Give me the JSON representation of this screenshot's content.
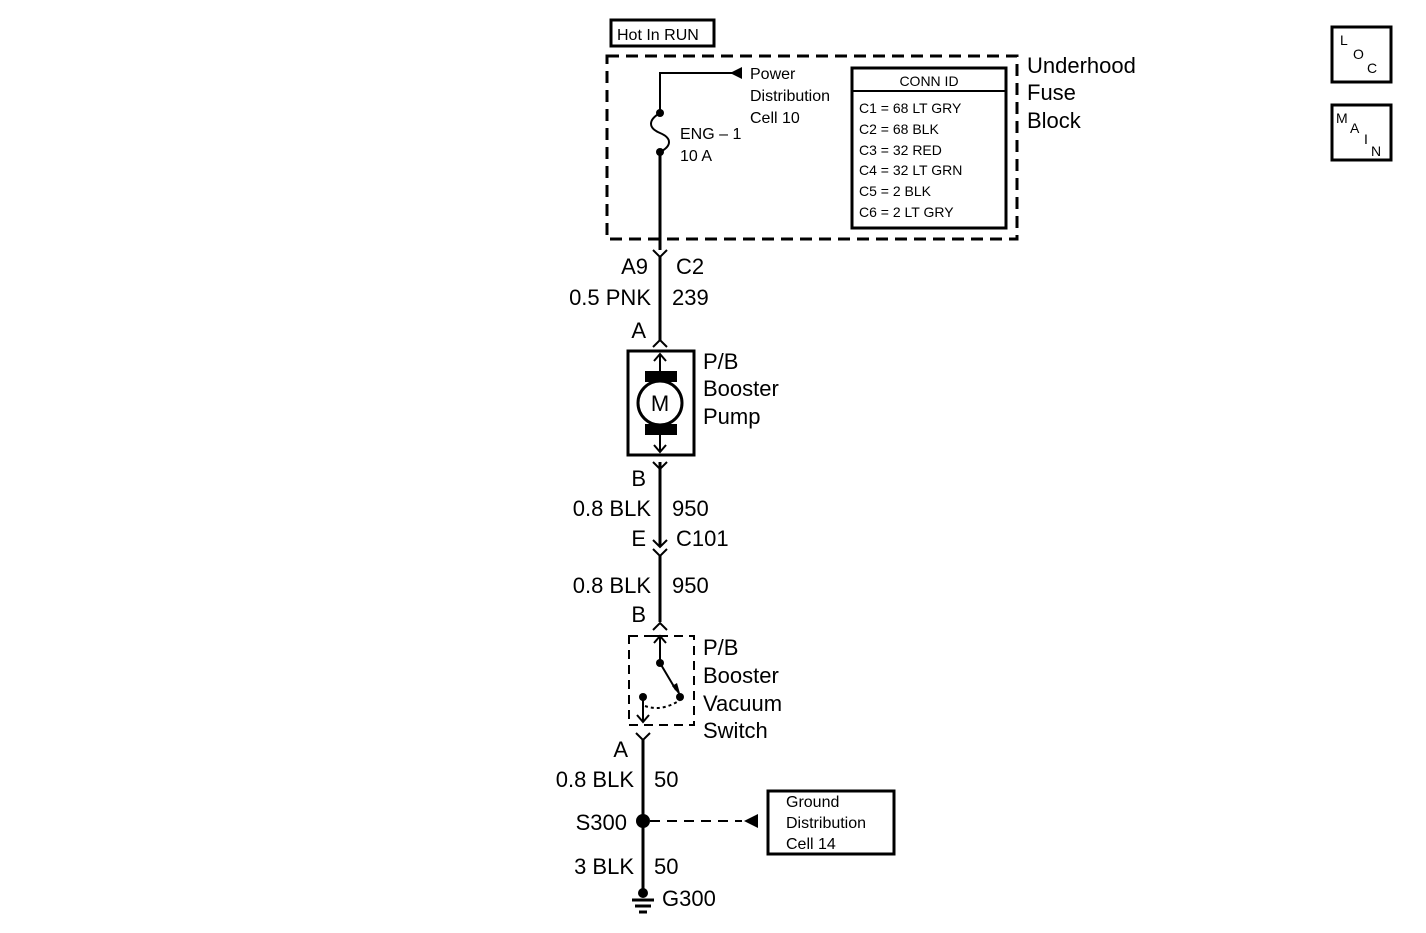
{
  "hot_label": "Hot In RUN",
  "fuse_block": {
    "name_lines": [
      "Underhood",
      "Fuse",
      "Block"
    ],
    "power_ref_lines": [
      "Power",
      "Distribution",
      "Cell 10"
    ],
    "fuse_name": "ENG – 1",
    "fuse_rating": "10 A",
    "conn_id": {
      "title": "CONN ID",
      "rows": [
        "C1 = 68 LT GRY",
        "C2 = 68 BLK",
        "C3 = 32 RED",
        "C4 = 32 LT GRN",
        "C5 = 2 BLK",
        "C6 = 2 LT GRY"
      ]
    }
  },
  "wires": {
    "fuse_out_pin": "A9",
    "fuse_out_connector": "C2",
    "w1_gauge_color": "0.5 PNK",
    "w1_circuit": "239",
    "pump_pin_a": "A",
    "pump_pin_b": "B",
    "w2_gauge_color": "0.8 BLK",
    "w2_circuit": "950",
    "c101_pin": "E",
    "c101_name": "C101",
    "w3_gauge_color": "0.8 BLK",
    "w3_circuit": "950",
    "switch_pin_b": "B",
    "switch_pin_a": "A",
    "w4_gauge_color": "0.8 BLK",
    "w4_circuit": "50",
    "splice": "S300",
    "w5_gauge_color": "3 BLK",
    "w5_circuit": "50",
    "ground": "G300"
  },
  "pump": {
    "name_lines": [
      "P/B",
      "Booster",
      "Pump"
    ],
    "motor_symbol": "M"
  },
  "switch": {
    "name_lines": [
      "P/B",
      "Booster",
      "Vacuum",
      "Switch"
    ]
  },
  "ground_ref_lines": [
    "Ground",
    "Distribution",
    "Cell 14"
  ],
  "nav": {
    "loc": [
      "L",
      "O",
      "C"
    ],
    "main": [
      "M",
      "A",
      "I",
      "N"
    ]
  }
}
